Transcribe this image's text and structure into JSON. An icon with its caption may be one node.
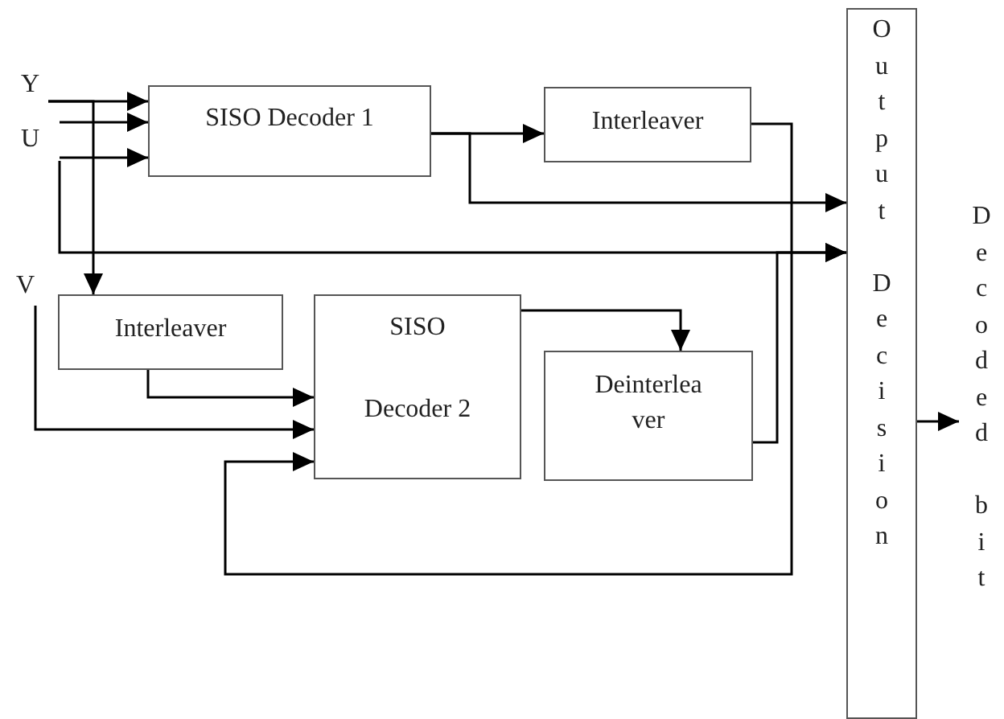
{
  "diagram": {
    "nodes": [
      {
        "text": [
          "Y"
        ]
      },
      {
        "text": [
          "U"
        ]
      },
      {
        "text": [
          "V"
        ]
      },
      {
        "text": [
          "SISO Decoder 1"
        ]
      },
      {
        "text": [
          "Interleaver"
        ]
      },
      {
        "text": [
          "Interleaver"
        ]
      },
      {
        "text": [
          "SISO",
          "Decoder 2"
        ]
      },
      {
        "text": [
          "Deinterlea ver"
        ]
      },
      {
        "text": [
          "Output Decision"
        ]
      },
      {
        "text": [
          "Decoded bit"
        ]
      }
    ],
    "edges": [
      {
        "from": 0,
        "to": 3,
        "arrow": "to"
      },
      {
        "from": 1,
        "to": 3,
        "arrow": "to"
      },
      {
        "from": 1,
        "to": 3,
        "arrow": "to"
      },
      {
        "from": 1,
        "to": 8,
        "arrow": "to"
      },
      {
        "from": 0,
        "to": 5,
        "arrow": "to"
      },
      {
        "from": 2,
        "to": 6,
        "arrow": "to"
      },
      {
        "from": 5,
        "to": 6,
        "arrow": "to"
      },
      {
        "from": 4,
        "to": 6,
        "arrow": "to"
      },
      {
        "from": 3,
        "to": 4,
        "arrow": "to"
      },
      {
        "from": 3,
        "to": 8,
        "arrow": "to"
      },
      {
        "from": 6,
        "to": 7,
        "arrow": "to"
      },
      {
        "from": 7,
        "to": 8,
        "arrow": "to"
      },
      {
        "from": 8,
        "to": 9,
        "arrow": "to"
      }
    ]
  }
}
